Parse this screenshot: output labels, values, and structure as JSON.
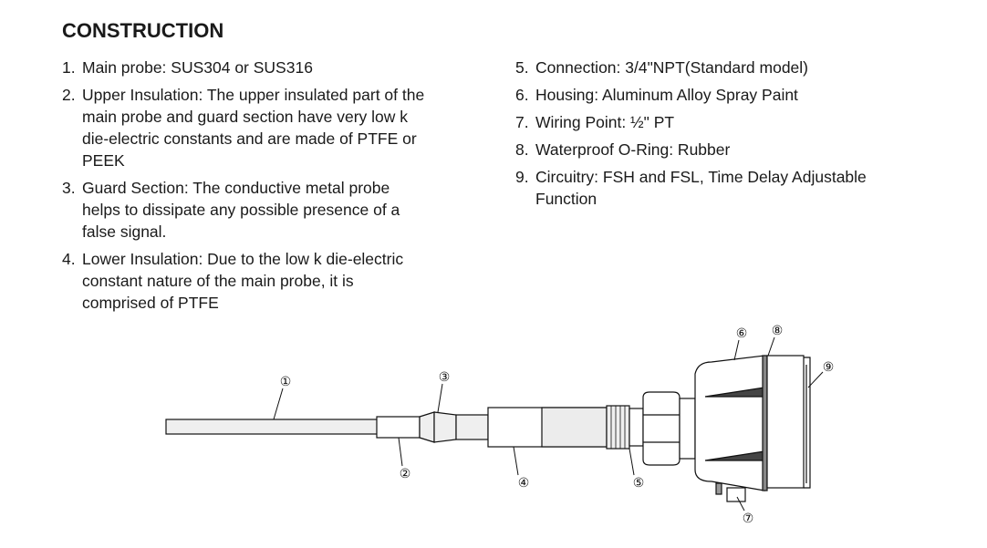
{
  "title": "CONSTRUCTION",
  "left_items": [
    {
      "num": "1.",
      "text": "Main probe: SUS304 or SUS316"
    },
    {
      "num": "2.",
      "text": "Upper Insulation: The upper insulated part of the\nmain probe and guard section have very low k\ndie-electric constants and are made of PTFE or\nPEEK"
    },
    {
      "num": "3.",
      "text": "Guard Section: The conductive metal probe\nhelps to dissipate any possible presence of a\nfalse signal."
    },
    {
      "num": "4.",
      "text": "Lower Insulation: Due to the low k die-electric\nconstant nature of the main probe, it is\ncomprised of  PTFE"
    }
  ],
  "right_items": [
    {
      "num": "5.",
      "text": "Connection:  3/4\"NPT(Standard model)"
    },
    {
      "num": "6.",
      "text": "Housing: Aluminum Alloy  Spray Paint"
    },
    {
      "num": "7.",
      "text": "Wiring Point: ½\" PT"
    },
    {
      "num": "8.",
      "text": "Waterproof O-Ring: Rubber"
    },
    {
      "num": "9.",
      "text": "Circuitry: FSH and FSL, Time Delay Adjustable\nFunction"
    }
  ],
  "diagram_labels": [
    "①",
    "②",
    "③",
    "④",
    "⑤",
    "⑥",
    "⑦",
    "⑧",
    "⑨"
  ]
}
